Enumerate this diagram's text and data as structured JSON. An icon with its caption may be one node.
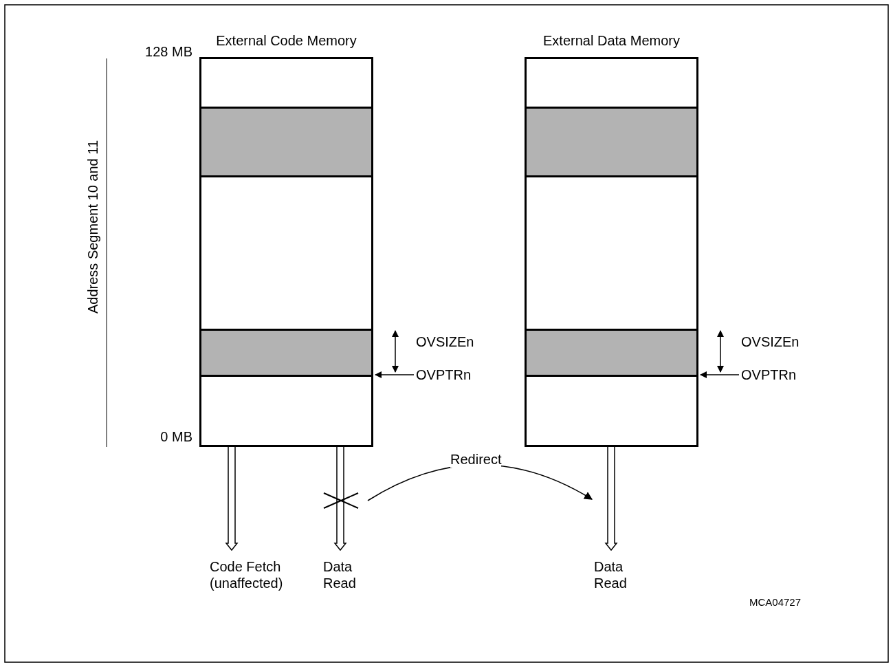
{
  "diagram": {
    "nodes": [
      {
        "text": [
          "External Code Memory"
        ]
      },
      {
        "text": [],
        "shape": "bar",
        "in": 0
      },
      {
        "text": [],
        "shape": "bar",
        "in": 0
      },
      {
        "text": [
          "External Data Memory"
        ]
      },
      {
        "text": [],
        "shape": "bar",
        "in": 3
      },
      {
        "text": [],
        "shape": "bar",
        "in": 3
      },
      {
        "text": [
          "Code Fetch (unaffected)"
        ]
      },
      {
        "text": [
          "Data Read"
        ]
      },
      {
        "text": [
          "Data Read"
        ]
      }
    ],
    "edges": [
      {
        "from": 2,
        "to": 6,
        "arrow": "to"
      },
      {
        "from": 2,
        "to": 7,
        "arrow": "to"
      },
      {
        "from": 5,
        "to": 8,
        "arrow": "to"
      },
      {
        "from": null,
        "to": 8,
        "arrow": "to",
        "label": "Redirect"
      }
    ],
    "labels": [
      "128 MB",
      "Address Segment 10 and 11",
      "OVSIZEn",
      "OVPTRn",
      "OVSIZEn",
      "OVPTRn",
      "0 MB",
      "MCA04727"
    ]
  }
}
